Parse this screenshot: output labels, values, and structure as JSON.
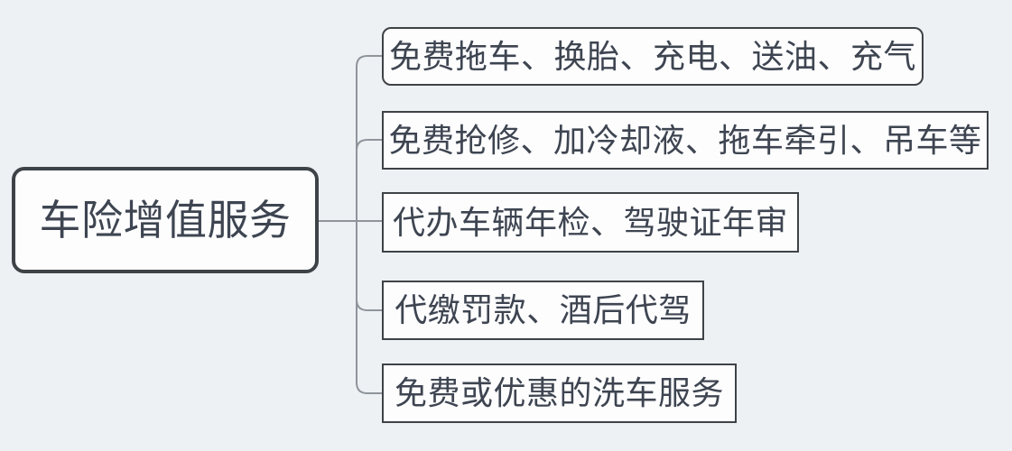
{
  "diagram": {
    "type": "mindmap",
    "root": {
      "label": "车险增值服务"
    },
    "children": [
      {
        "label": "免费拖车、换胎、充电、送油、充气"
      },
      {
        "label": "免费抢修、加冷却液、拖车牵引、吊车等"
      },
      {
        "label": "代办车辆年检、驾驶证年审"
      },
      {
        "label": "代缴罚款、酒后代驾"
      },
      {
        "label": "免费或优惠的洗车服务"
      }
    ]
  },
  "colors": {
    "background": "#eef1f4",
    "node_fill": "#fdfdfe",
    "node_border": "#3e4347",
    "text": "#3e4551",
    "connector": "#8e959b"
  }
}
